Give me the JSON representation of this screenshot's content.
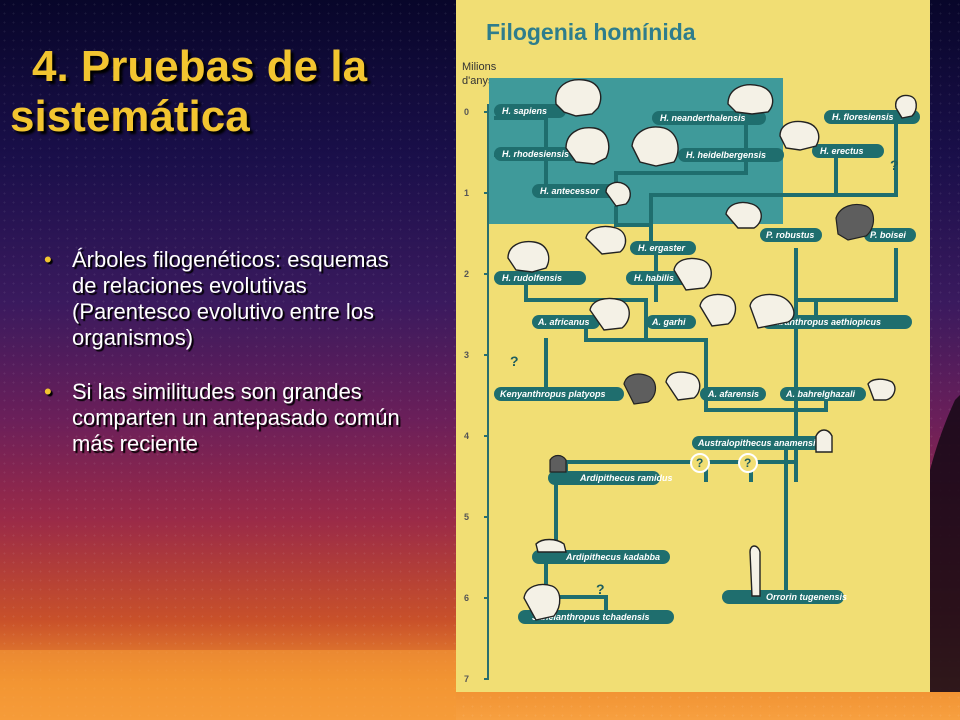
{
  "slide": {
    "title_line1": "4.  Pruebas de la",
    "title_line2": "sistemática",
    "bullets": [
      "Árboles filogenéticos: esquemas de relaciones evolutivas (Parentesco evolutivo entre los organismos)",
      "Si las similitudes son grandes comparten un antepasado común más reciente"
    ]
  },
  "figure": {
    "title": "Filogenia homínida",
    "axis_label_line1": "Milions",
    "axis_label_line2": "d'anys",
    "ticks": [
      "0",
      "1",
      "2",
      "3",
      "4",
      "5",
      "6",
      "7"
    ],
    "unknown_mark": "?",
    "species": {
      "h_sapiens": "H. sapiens",
      "h_neanderthalensis": "H. neanderthalensis",
      "h_floresiensis": "H. floresiensis",
      "h_rhodesiensis": "H. rhodesiensis",
      "h_heidelbergensis": "H. heidelbergensis",
      "h_erectus": "H. erectus",
      "h_antecessor": "H. antecessor",
      "p_robustus": "P. robustus",
      "p_boisei": "P. boisei",
      "h_ergaster": "H. ergaster",
      "h_rudolfensis": "H. rudolfensis",
      "h_habilis": "H. habilis",
      "a_africanus": "A. africanus",
      "a_garhi": "A. garhi",
      "p_aethiopicus": "Paranthropus aethiopicus",
      "k_platyops": "Kenyanthropus platyops",
      "a_afarensis": "A. afarensis",
      "a_bahrelghazali": "A. bahrelghazali",
      "a_anamensis": "Australopithecus anamensis",
      "ar_ramidus": "Ardipithecus ramidus",
      "ar_kadabba": "Ardipithecus kadabba",
      "o_tugenensis": "Orrorin tugenensis",
      "s_tchadensis": "Sahelanthropus tchadensis"
    },
    "colors": {
      "panel_bg": "#f1de74",
      "homo_box": "#3f9a9a",
      "branch": "#1f6e6e",
      "title": "#2e7d8c"
    }
  }
}
